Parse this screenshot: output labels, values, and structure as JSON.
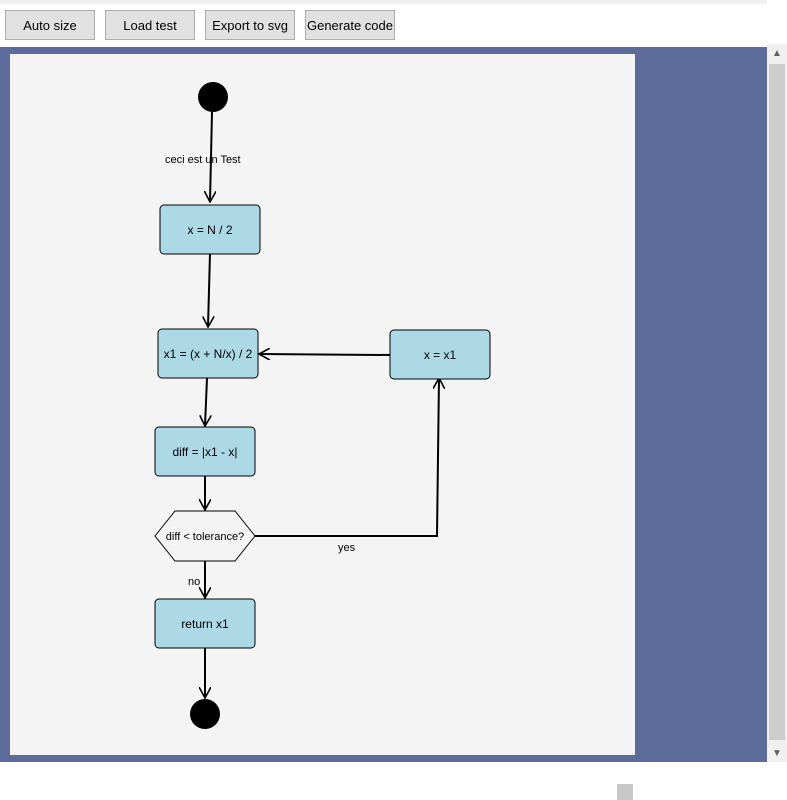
{
  "toolbar": {
    "buttons": [
      {
        "label": "Auto size"
      },
      {
        "label": "Load test"
      },
      {
        "label": "Export to svg"
      },
      {
        "label": "Generate code"
      }
    ]
  },
  "diagram": {
    "edge_label_start": "ceci est un Test",
    "nodes": {
      "compute_x": "x = N / 2",
      "compute_x1": "x1 = (x + N/x) / 2",
      "assign_x": "x = x1",
      "diff": "diff = |x1 - x|",
      "decision": "diff < tolerance?",
      "return": "return x1"
    },
    "edge_label_yes": "yes",
    "edge_label_no": "no"
  },
  "colors": {
    "node_fill": "#add8e6",
    "workspace_bg": "#5c6b99",
    "canvas_bg": "#f4f4f4"
  }
}
